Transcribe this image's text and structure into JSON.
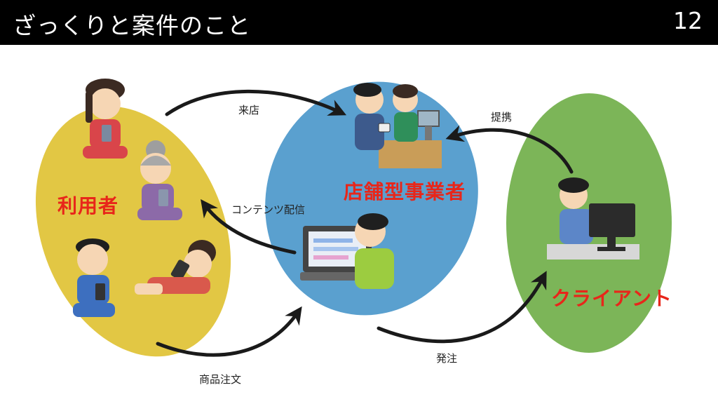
{
  "header": {
    "title": "ざっくりと案件のこと",
    "page_number": "12"
  },
  "groups": {
    "users": "利用者",
    "stores": "店舗型事業者",
    "client": "クライアント"
  },
  "flows": {
    "visit": "来店",
    "content": "コンテンツ配信",
    "order": "商品注文",
    "partnership": "提携",
    "placement": "発注"
  },
  "colors": {
    "users_ellipse": "#e2c744",
    "stores_ellipse": "#5aa0cf",
    "client_ellipse": "#7cb558",
    "group_label": "#e8261a"
  }
}
